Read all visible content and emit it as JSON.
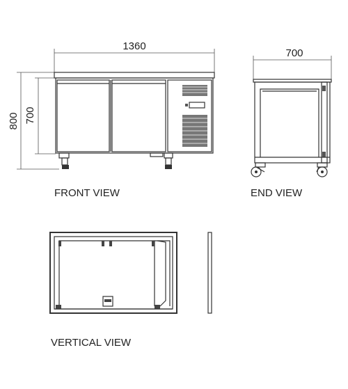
{
  "front_view": {
    "width_dim": "1360",
    "height_total_dim": "800",
    "height_body_dim": "700",
    "label": "FRONT VIEW"
  },
  "end_view": {
    "depth_dim": "700",
    "label": "END VIEW"
  },
  "vertical_view": {
    "label": "VERTICAL VIEW"
  }
}
